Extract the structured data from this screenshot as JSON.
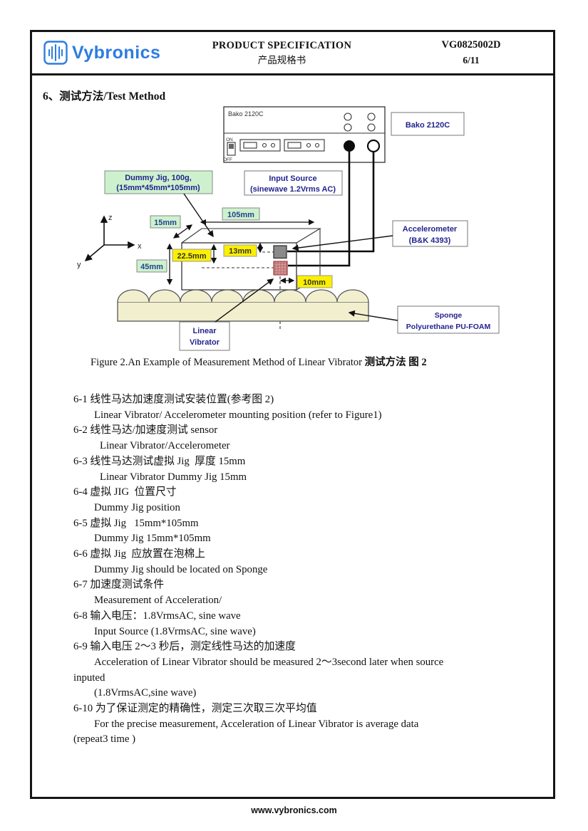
{
  "header": {
    "logo_text": "Vybronics",
    "title_en": "PRODUCT SPECIFICATION",
    "title_zh": "产品规格书",
    "doc_number": "VG0825002D",
    "page_number": "6/11"
  },
  "section_title": "6、测试方法/Test Method",
  "figure": {
    "caption_main": "Figure 2.An Example of Measurement Method of Linear Vibrator ",
    "caption_bold": "测试方法 图 2",
    "labels": {
      "device_name": "Bako 2120C",
      "device_label": "Bako 2120C",
      "switch_on": "ON",
      "switch_off": "OFF",
      "dummy_jig_line1": "Dummy Jig, 100g,",
      "dummy_jig_line2": "(15mm*45mm*105mm)",
      "input_source_line1": "Input Source",
      "input_source_line2": "(sinewave 1.2Vrms AC)",
      "accelerometer_line1": "Accelerometer",
      "accelerometer_line2": "(B&K 4393)",
      "sponge_line1": "Sponge",
      "sponge_line2": "Polyurethane PU-FOAM",
      "linear_vibrator_line1": "Linear",
      "linear_vibrator_line2": "Vibrator",
      "dim_105": "105mm",
      "dim_15": "15mm",
      "dim_22_5": "22.5mm",
      "dim_13": "13mm",
      "dim_45": "45mm",
      "dim_10": "10mm",
      "axis_z": "z",
      "axis_x": "x",
      "axis_y": "y"
    },
    "colors": {
      "label_green": "#cdf1cd",
      "label_yellow": "#fcf000",
      "label_text_navy": "#23238f",
      "sponge_fill": "#f2efcf",
      "accelerometer_fill": "#8a8a8a",
      "vibrator_fill": "#dfa3a3",
      "logo_blue": "#2e7ce0"
    }
  },
  "test_method_lines": [
    {
      "style": "num",
      "text": "6-1 线性马达加速度测试安装位置(参考图 2)"
    },
    {
      "style": "indent",
      "text": "Linear Vibrator/ Accelerometer mounting position (refer to Figure1)"
    },
    {
      "style": "num",
      "text": "6-2 线性马达/加速度测试 sensor"
    },
    {
      "style": "indent2",
      "text": "Linear Vibrator/Accelerometer"
    },
    {
      "style": "num",
      "text": "6-3 线性马达测试虚拟 Jig  厚度 15mm"
    },
    {
      "style": "indent2",
      "text": "Linear Vibrator Dummy Jig 15mm"
    },
    {
      "style": "num",
      "text": "6-4 虚拟 JIG  位置尺寸"
    },
    {
      "style": "indent",
      "text": "Dummy Jig position"
    },
    {
      "style": "num",
      "text": "6-5 虚拟 Jig   15mm*105mm"
    },
    {
      "style": "indent",
      "text": "Dummy Jig 15mm*105mm"
    },
    {
      "style": "num",
      "text": "6-6 虚拟 Jig  应放置在泡棉上"
    },
    {
      "style": "indent",
      "text": "Dummy Jig should be located on Sponge"
    },
    {
      "style": "num",
      "text": "6-7 加速度测试条件"
    },
    {
      "style": "indent",
      "text": "Measurement of Acceleration/"
    },
    {
      "style": "num",
      "text": "6-8 输入电压：1.8VrmsAC, sine wave"
    },
    {
      "style": "indent",
      "text": "Input Source (1.8VrmsAC, sine wave)"
    },
    {
      "style": "num",
      "text": "6-9 输入电压 2～3 秒后，测定线性马达的加速度"
    },
    {
      "style": "indent",
      "text": "Acceleration of Linear Vibrator should be measured 2～3second later when source"
    },
    {
      "style": "flush",
      "text": "inputed"
    },
    {
      "style": "indent",
      "text": "(1.8VrmsAC,sine wave)"
    },
    {
      "style": "num",
      "text": "6-10 为了保证测定的精确性，测定三次取三次平均值"
    },
    {
      "style": "indent",
      "text": "For the precise measurement, Acceleration of Linear Vibrator is average data"
    },
    {
      "style": "flush",
      "text": "(repeat3 time )"
    }
  ],
  "footer": {
    "url": "www.vybronics.com"
  }
}
